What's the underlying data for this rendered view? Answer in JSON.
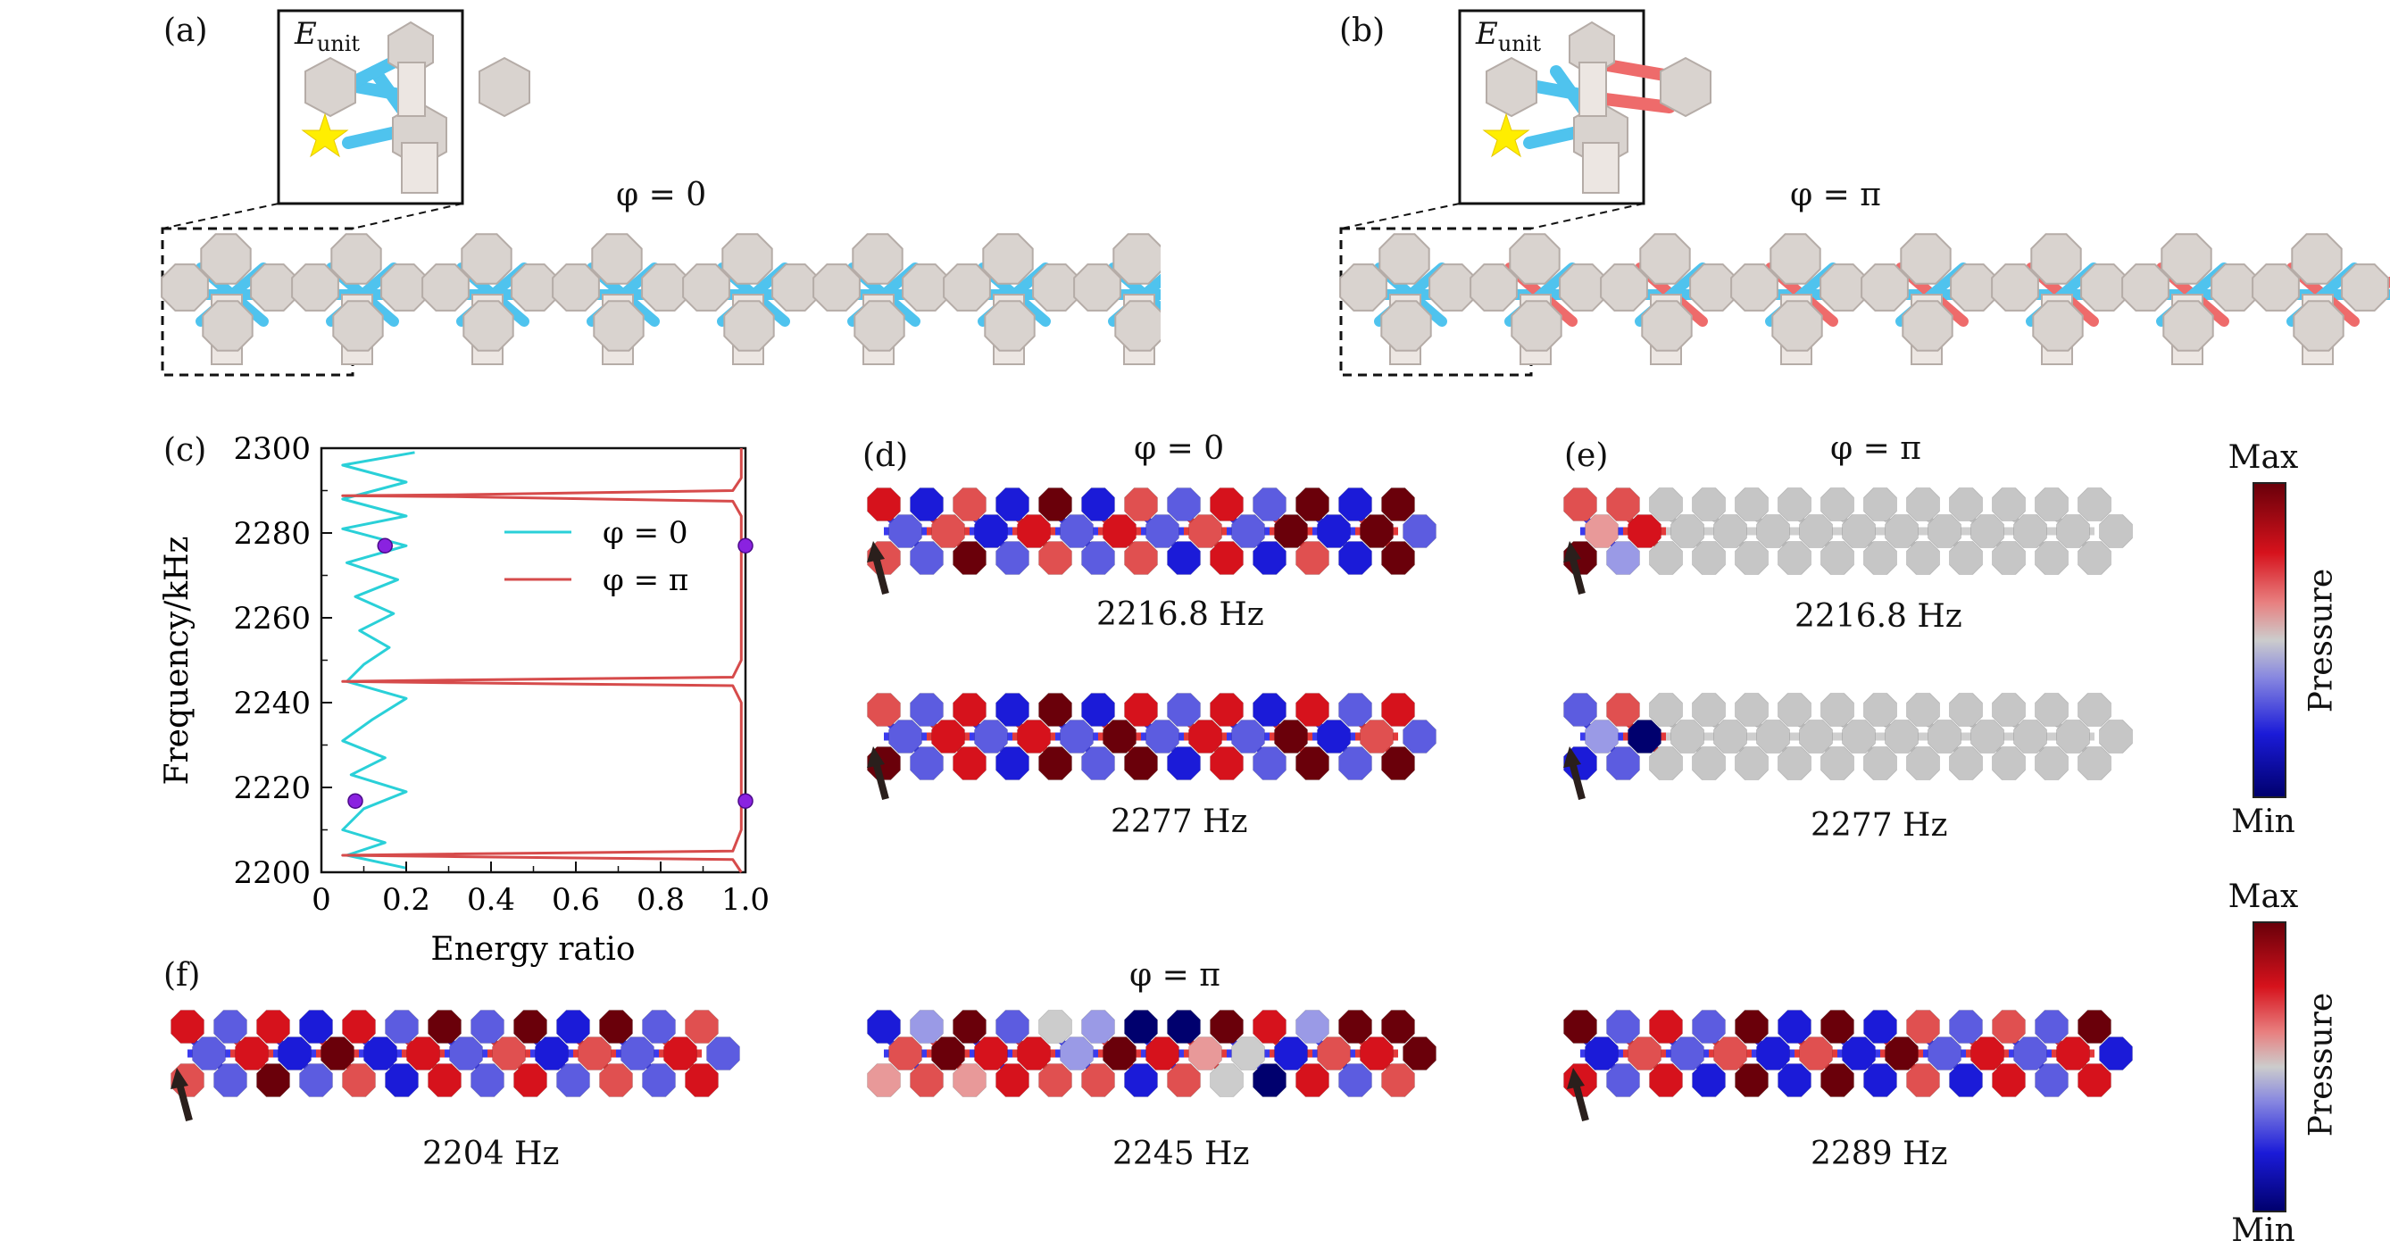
{
  "panels": {
    "a": {
      "label": "(a)",
      "inset_label_main": "E",
      "inset_label_sub": "unit",
      "phase": "φ = 0"
    },
    "b": {
      "label": "(b)",
      "inset_label_main": "E",
      "inset_label_sub": "unit",
      "phase": "φ = π"
    },
    "c": {
      "label": "(c)"
    },
    "d": {
      "label": "(d)",
      "phase": "φ = 0",
      "freq_top": "2216.8 Hz",
      "freq_bottom": "2277 Hz"
    },
    "e": {
      "label": "(e)",
      "phase": "φ = π",
      "freq_top": "2216.8 Hz",
      "freq_bottom": "2277 Hz"
    },
    "f": {
      "label": "(f)",
      "phase": "φ = π",
      "freqs": [
        "2204 Hz",
        "2245 Hz",
        "2289 Hz"
      ]
    }
  },
  "colorbars": [
    {
      "max": "Max",
      "min": "Min",
      "title": "Pressure"
    },
    {
      "max": "Max",
      "min": "Min",
      "title": "Pressure"
    }
  ],
  "colors": {
    "rod_blue": "#4fc3ee",
    "rod_red": "#ee6b6b",
    "node_gray": "#d9d3cf",
    "pressure_max": "#6a000a",
    "pressure_min": "#00006e",
    "star": "#ffee00",
    "curve_cyan": "#2ad0d8",
    "curve_red": "#d64b4b",
    "marker": "#8a22e0"
  },
  "chart_data": {
    "type": "line",
    "xlabel": "Energy ratio",
    "ylabel": "Frequency/kHz",
    "xlim": [
      0,
      1.0
    ],
    "ylim": [
      2200,
      2300
    ],
    "xticks": [
      "0",
      "0.2",
      "0.4",
      "0.6",
      "0.8",
      "1.0"
    ],
    "yticks": [
      "2200",
      "2220",
      "2240",
      "2260",
      "2280",
      "2300"
    ],
    "legend_position": "top-right",
    "series": [
      {
        "name": "φ = 0",
        "color": "#2ad0d8",
        "points": [
          [
            0.22,
            2299
          ],
          [
            0.05,
            2296
          ],
          [
            0.2,
            2292
          ],
          [
            0.05,
            2288
          ],
          [
            0.2,
            2284
          ],
          [
            0.05,
            2281
          ],
          [
            0.2,
            2277
          ],
          [
            0.06,
            2273
          ],
          [
            0.18,
            2269
          ],
          [
            0.08,
            2265
          ],
          [
            0.17,
            2261
          ],
          [
            0.09,
            2257
          ],
          [
            0.16,
            2253
          ],
          [
            0.1,
            2249
          ],
          [
            0.06,
            2245
          ],
          [
            0.2,
            2241
          ],
          [
            0.12,
            2236
          ],
          [
            0.05,
            2231
          ],
          [
            0.15,
            2227
          ],
          [
            0.07,
            2223
          ],
          [
            0.2,
            2219
          ],
          [
            0.1,
            2215
          ],
          [
            0.05,
            2210
          ],
          [
            0.15,
            2207
          ],
          [
            0.06,
            2204
          ],
          [
            0.2,
            2201
          ]
        ]
      },
      {
        "name": "φ = π",
        "color": "#d64b4b",
        "points": [
          [
            0.99,
            2300
          ],
          [
            0.99,
            2293
          ],
          [
            0.97,
            2290
          ],
          [
            0.3,
            2289
          ],
          [
            0.05,
            2288.8
          ],
          [
            0.3,
            2288.6
          ],
          [
            0.97,
            2287.5
          ],
          [
            0.99,
            2284
          ],
          [
            0.99,
            2250
          ],
          [
            0.97,
            2246
          ],
          [
            0.3,
            2245.3
          ],
          [
            0.05,
            2245
          ],
          [
            0.3,
            2244.7
          ],
          [
            0.97,
            2244
          ],
          [
            0.99,
            2240
          ],
          [
            0.99,
            2210
          ],
          [
            0.97,
            2205
          ],
          [
            0.3,
            2204.3
          ],
          [
            0.05,
            2204
          ],
          [
            0.3,
            2203.7
          ],
          [
            0.97,
            2203
          ],
          [
            0.99,
            2200
          ]
        ]
      }
    ],
    "markers": [
      {
        "x": 0.15,
        "y": 2277
      },
      {
        "x": 1.0,
        "y": 2277
      },
      {
        "x": 0.08,
        "y": 2216.8
      },
      {
        "x": 1.0,
        "y": 2216.8
      }
    ]
  }
}
